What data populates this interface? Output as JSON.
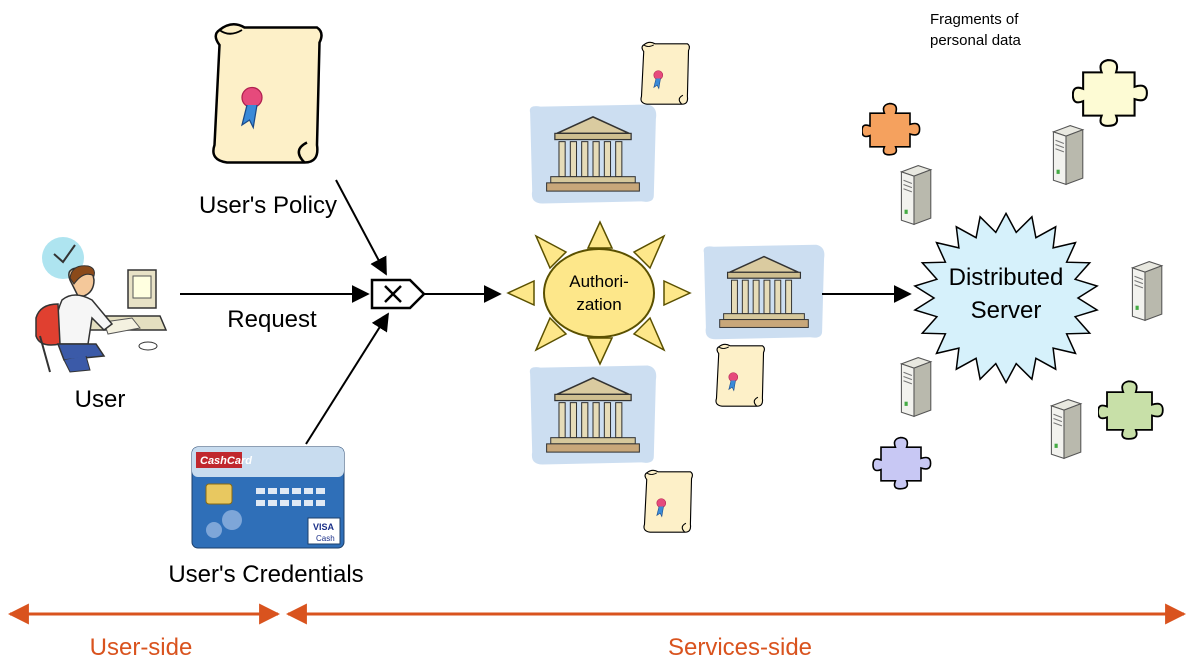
{
  "labels": {
    "user": "User",
    "request": "Request",
    "user_policy": "User's Policy",
    "user_credentials": "User's Credentials",
    "authorization": "Authori-\nzation",
    "distributed_server": "Distributed\nServer",
    "fragments": "Fragments of\npersonal data",
    "user_side": "User-side",
    "services_side": "Services-side"
  },
  "card": {
    "brand": "CashCard",
    "visa": "VISA",
    "cash": "Cash"
  },
  "colors": {
    "arrow": "#000000",
    "side_arrow": "#d9531e",
    "sun_fill": "#fde78a",
    "sun_outline": "#5a5000",
    "server_fill": "#d6f1fb",
    "scroll_fill": "#fdf0c8",
    "card_fill": "#2f6fb8",
    "temple_bg": "#c7daf0",
    "temple_fill": "#dacba0",
    "puzzle_orange": "#f5a15e",
    "puzzle_yellow": "#fdfbd4",
    "puzzle_green": "#c8e0a8",
    "puzzle_purple": "#c8c8f4"
  },
  "icons": [
    "clock-icon",
    "computer-user-icon",
    "scroll-icon",
    "temple-icon",
    "server-icon",
    "puzzle-icon",
    "multiplexer-icon",
    "credit-card-icon"
  ]
}
